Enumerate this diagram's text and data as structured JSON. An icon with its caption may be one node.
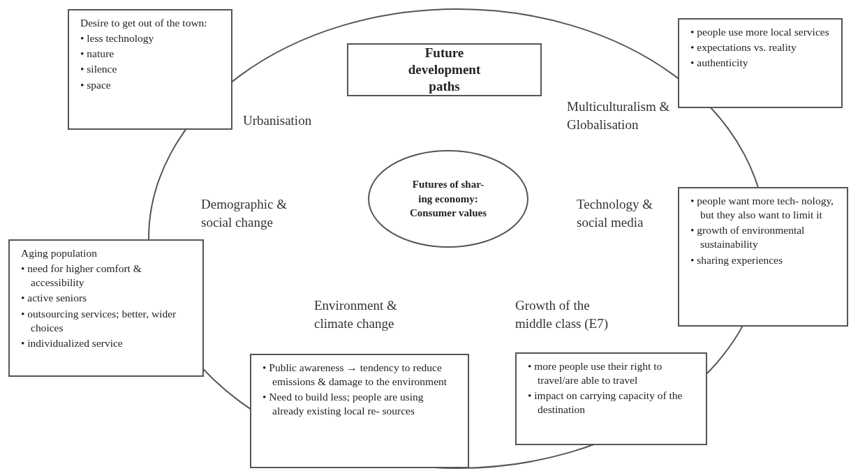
{
  "diagram": {
    "nodes": [
      {
        "text": [
          "Future development paths"
        ]
      },
      {
        "text": [
          "Futures of shar- ing economy: Consumer values"
        ]
      },
      {
        "text": [
          "Desire to get out of the town:",
          "• less technology",
          "• nature",
          "• silence",
          "• space"
        ]
      },
      {
        "text": [
          "• people use more local services",
          "• expectations vs. reality",
          "• authenticity"
        ]
      },
      {
        "text": [
          "• people want more tech- nology, but they also want to limit it",
          "• growth of environmental sustainability",
          "• sharing experiences"
        ]
      },
      {
        "text": [
          "Aging population",
          "• need for higher comfort & accessibility",
          "• active seniors",
          "• outsourcing services; better, wider choices",
          "• individualized service"
        ]
      },
      {
        "text": [
          "• Public awareness → tendency to reduce emissions & damage to the environment",
          "• Need to build less; people are using already existing local re- sources"
        ]
      },
      {
        "text": [
          "• more people use their right to travel/are able to travel",
          "• impact on carrying capacity of the destination"
        ]
      }
    ],
    "labels": [
      "Urbanisation",
      "Multiculturalism & Globalisation",
      "Demographic & social change",
      "Technology & social media",
      "Environment & climate change",
      "Growth of the middle class (E7)"
    ]
  }
}
